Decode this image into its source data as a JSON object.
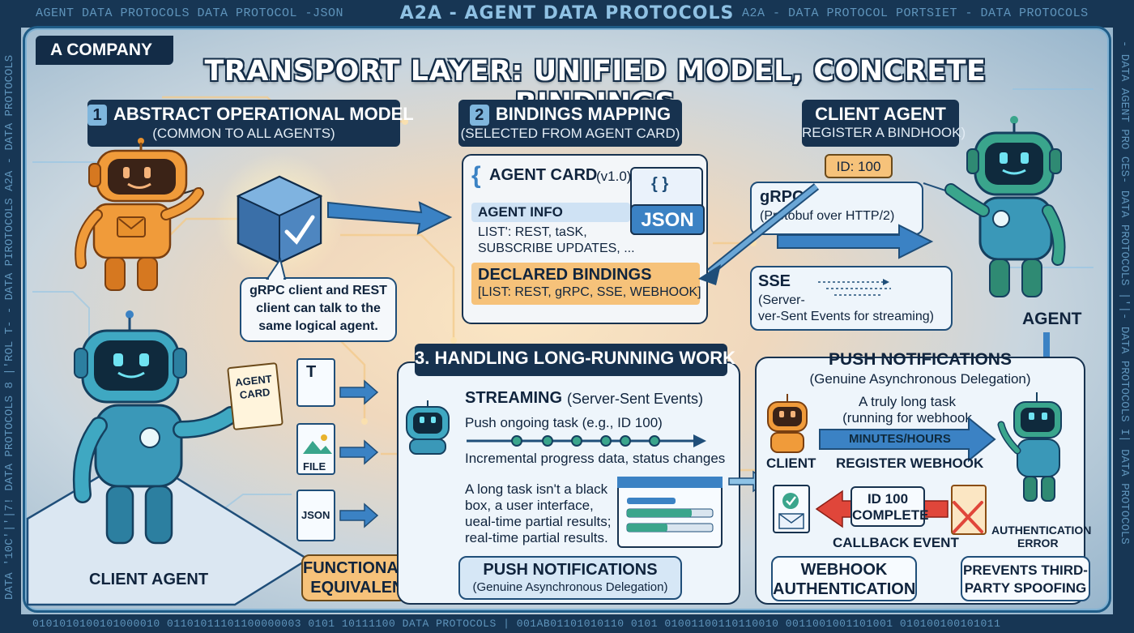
{
  "strips": {
    "top_left": "AGENT DATA PROTOCOLS DATA PROTOCOL -JSON",
    "top_center": "A2A - AGENT DATA PROTOCOLS",
    "top_right": "A2A - DATA PROTOCOL  PORTSIET - DATA PROTOCOLS",
    "left_vertical": "DATA '10C'|'|7! DATA PROTOCOLS 8 |'ROL T- - DATA PIROTOCOLS A2A - DATA PROTOCOLS",
    "right_vertical": "- DATA AGENT PRO CES- DATA PROTOCOLS |'|- DATA PROTOCOLS I| DATA PROTOCOLS",
    "bottom": "0101010100101000010 01101011101100000003 0101 10111100 DATA PROTOCOLS | 001AB01101010110 0101 01001100110110010 0011001001101001 010100100101011"
  },
  "company": "A COMPANY",
  "headline": "TRANSPORT LAYER: UNIFIED MODEL, CONCRETE BINDINGS",
  "section1": {
    "number": "1",
    "title": "ABSTRACT OPERATIONAL MODEL",
    "subtitle": "(COMMON TO ALL AGENTS)",
    "speech": [
      "gRPC client and REST",
      "client can talk to the",
      "same logical agent."
    ],
    "agent_card": [
      "AGENT",
      "CARD"
    ],
    "file_labels": [
      "T",
      "FILE",
      "JSON"
    ],
    "client_agent": "CLIENT AGENT",
    "equivalent": [
      "FUNCTIONALLY",
      "EQUIVALENT"
    ]
  },
  "section2": {
    "number": "2",
    "title": "BINDINGS MAPPING",
    "subtitle": "(SELECTED FROM AGENT CARD)",
    "card_title": "AGENT CARD",
    "card_version": "(v1.0)",
    "json_badge": "JSON",
    "json_braces": "{ }",
    "brace": "{",
    "agent_info": "AGENT INFO",
    "agent_info_lines": [
      "LIST': REST, taSK,",
      "SUBSCRIBE UPDATES, ..."
    ],
    "declared": "DECLARED BINDINGS",
    "declared_list": "[LIST: REST, gRPC, SSE, WEBHOOK]"
  },
  "client_panel": {
    "title": "CLIENT AGENT",
    "subtitle": "REGISTER A BINDHOOK)",
    "id_tag": "ID: 100",
    "grpc": "gRPC",
    "grpc_desc": "(Protobuf over HTTP/2)",
    "sse": "SSE",
    "sse_desc": [
      "(Server-",
      "ver-Sent Events for streaming)"
    ],
    "agent_label": "AGENT"
  },
  "section3": {
    "title": "3. HANDLING LONG-RUNNING WORK",
    "streaming": "STREAMING",
    "streaming_paren": "(Server-Sent Events)",
    "push_task": "Push ongoing task (e.g., ID 100)",
    "progress": "Incremental progress data, status changes",
    "long_task": [
      "A long task isn't a black",
      "box, a user interface,",
      "ueal-time partial results;",
      "real-time partial results."
    ],
    "push_title": "PUSH NOTIFICATIONS",
    "push_sub": "(Genuine Asynchronous Delegation)"
  },
  "push_panel": {
    "title": "PUSH NOTIFICATIONS",
    "subtitle": "(Genuine Asynchronous Delegation)",
    "long_task": [
      "A truly long task",
      "(running for webhook"
    ],
    "minutes": "MINUTES/HOURS",
    "client": "CLIENT",
    "register": "REGISTER WEBHOOK",
    "id_complete": [
      "ID 100",
      "COMPLETE"
    ],
    "callback": "CALLBACK EVENT",
    "auth_error": [
      "AUTHENTICATION",
      "ERROR"
    ],
    "webhook_auth": [
      "WEBHOOK",
      "AUTHENTICATION"
    ],
    "prevents": [
      "PREVENTS THIRD-",
      "PARTY SPOOFING"
    ]
  },
  "colors": {
    "navy": "#17324f",
    "accent_blue": "#3b82c4",
    "orange": "#e8912d",
    "green_robot": "#3aa58c",
    "red_arrow": "#e0463a",
    "highlight_orange": "#f6c27a"
  }
}
